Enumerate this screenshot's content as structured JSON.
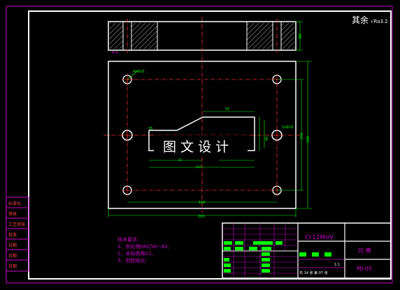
{
  "drawing": {
    "roughness_note": "其余",
    "roughness_value": "√Ra3.2",
    "top_view_height": "30",
    "tech_req_title": "技术要求:",
    "tech_req_items": [
      "1、热处理HRC58～62;",
      "2、未标倒角C1;",
      "3、型腔抛光;"
    ],
    "material": "Cr12MoV",
    "part_name": "凹 模",
    "drawing_no": "MJ-05",
    "sheet_info": "共 14 张  第 07 张",
    "scale": "1:1",
    "watermark": "图 文 设 计",
    "dims": {
      "hole_label": "4xΦ10",
      "dim_55": "55",
      "dim_35": "35",
      "dim_2x": "2xΦ10",
      "dim_160": "160",
      "dim_200": "200",
      "dim_150": "150",
      "dim_147": "147",
      "dim_168": "168",
      "dim_45": "45",
      "dim_15": "15"
    },
    "side_labels": [
      "标准化",
      "审核",
      "工艺审核",
      "批准",
      "日期",
      "日期",
      "日期"
    ]
  }
}
